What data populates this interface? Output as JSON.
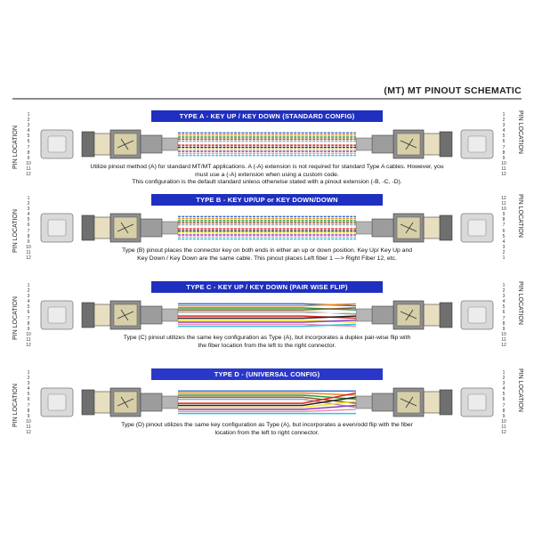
{
  "page_title": "(MT) MT PINOUT SCHEMATIC",
  "side_label": "PIN LOCATION",
  "pins_12": [
    "1",
    "2",
    "3",
    "4",
    "5",
    "6",
    "7",
    "8",
    "9",
    "10",
    "11",
    "12"
  ],
  "pins_12_rev": [
    "12",
    "11",
    "10",
    "9",
    "8",
    "7",
    "6",
    "5",
    "4",
    "3",
    "2",
    "1"
  ],
  "fiber_colors": [
    "#2b6fd6",
    "#f08a1c",
    "#2e9e3a",
    "#8b5a2b",
    "#9a9a9a",
    "#f2f2f2",
    "#e02424",
    "#222222",
    "#f2e21c",
    "#8e3fbf",
    "#f58bb8",
    "#27c7d6"
  ],
  "sections": [
    {
      "banner": "TYPE A - KEY UP / KEY DOWN (STANDARD CONFIG)",
      "desc_lines": [
        "Utilize pinout method (A) for standard MT/MT applications. A (-A) extension is not required for standard Type A cables. However, you",
        "must use a (-A) extension when using a custom code.",
        "This configuration is the default standard unless otherwise stated with a pinout extension (-B, -C, -D)."
      ]
    },
    {
      "banner": "TYPE B - KEY UP/UP or KEY DOWN/DOWN",
      "desc_lines": [
        "Type (B) pinout places the connector key on both ends in either an up or down position. Key Up/ Key Up and",
        "Key Down / Key Down are the same cable. This pinout places Left fiber 1 —> Right Fiber 12, etc."
      ]
    },
    {
      "banner": "TYPE C - KEY UP / KEY DOWN (PAIR WISE FLIP)",
      "desc_lines": [
        "Type (C) pinout utilizes the same key configuration as Type (A), but incorporates a duplex pair-wise flip with",
        "the fiber location from the left to the right connector."
      ]
    },
    {
      "banner": "TYPE D - (UNIVERSAL CONFIG)",
      "desc_lines": [
        "Type (D) pinout utilizes the same key configuration as Type (A), but incorporates a even/odd flip with the fiber",
        "location from the left to right connector."
      ]
    }
  ]
}
